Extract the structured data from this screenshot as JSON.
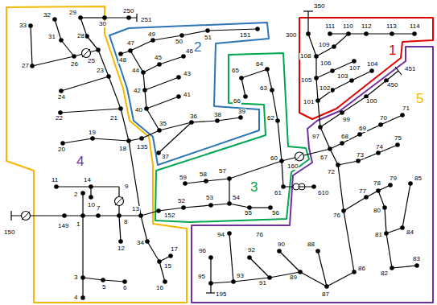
{
  "diagram": {
    "labels": [
      "1",
      "2",
      "3",
      "4",
      "5",
      "350",
      "250",
      "251",
      "32",
      "29",
      "30",
      "33",
      "31",
      "28",
      "25",
      "26",
      "27",
      "48",
      "47",
      "49",
      "50",
      "51",
      "151",
      "46",
      "45",
      "44",
      "43",
      "42",
      "41",
      "40",
      "35",
      "36",
      "38",
      "39",
      "37",
      "135",
      "18",
      "24",
      "23",
      "22",
      "21",
      "20",
      "19",
      "11",
      "14",
      "10",
      "9",
      "2",
      "7",
      "8",
      "13",
      "12",
      "1",
      "149",
      "150",
      "3",
      "4",
      "5",
      "6",
      "34",
      "17",
      "15",
      "16",
      "152",
      "52",
      "53",
      "54",
      "55",
      "56",
      "57",
      "58",
      "59",
      "60",
      "61",
      "610",
      "62",
      "63",
      "64",
      "65",
      "66",
      "160",
      "300",
      "111",
      "110",
      "112",
      "113",
      "114",
      "109",
      "108",
      "106",
      "107",
      "105",
      "104",
      "103",
      "102",
      "101",
      "97",
      "99",
      "100",
      "450",
      "451",
      "67",
      "68",
      "69",
      "70",
      "71",
      "72",
      "73",
      "74",
      "75",
      "76",
      "77",
      "78",
      "79",
      "85",
      "80",
      "81",
      "84",
      "82",
      "83",
      "86",
      "87",
      "88",
      "89",
      "90",
      "91",
      "92",
      "93",
      "94",
      "95",
      "96",
      "195",
      "76"
    ]
  }
}
